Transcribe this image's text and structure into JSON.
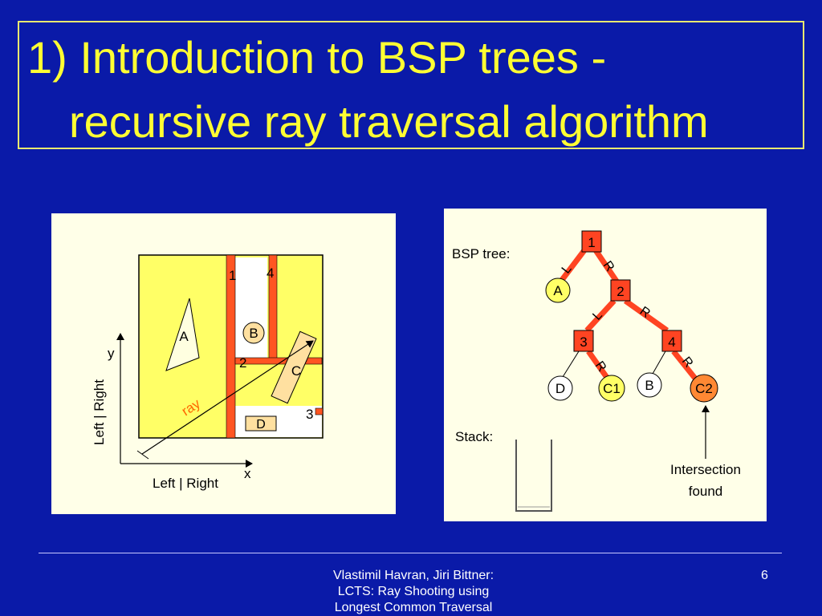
{
  "slide": {
    "title_line1": "1) Introduction to BSP trees -",
    "title_line2": "recursive ray traversal algorithm"
  },
  "left_diagram": {
    "axis_y": "y",
    "axis_x": "x",
    "ylabel": "Left | Right",
    "xlabel": "Left | Right",
    "ray_label": "ray",
    "objects": {
      "a": "A",
      "b": "B",
      "c": "C",
      "d": "D"
    },
    "planes": {
      "p1": "1",
      "p2": "2",
      "p3": "3",
      "p4": "4"
    }
  },
  "right_diagram": {
    "tree_label": "BSP tree:",
    "stack_label": "Stack:",
    "nodes": {
      "n1": "1",
      "n2": "2",
      "n3": "3",
      "n4": "4"
    },
    "leaves": {
      "a": "A",
      "b": "B",
      "c1": "C1",
      "c2": "C2",
      "d": "D"
    },
    "edge_left": "L",
    "edge_right": "R",
    "note_line1": "Intersection",
    "note_line2": "found"
  },
  "footer": {
    "credit_line1": "Vlastimil Havran, Jiri Bittner:",
    "credit_line2": "LCTS: Ray Shooting using",
    "credit_line3": "Longest Common Traversal",
    "page": "6"
  },
  "colors": {
    "background": "#0a1aa8",
    "title": "#ffff33",
    "region_fill": "#ffff66",
    "plane": "#ff5522",
    "node": "#ff4422",
    "leaf_hit": "#ff8833"
  }
}
